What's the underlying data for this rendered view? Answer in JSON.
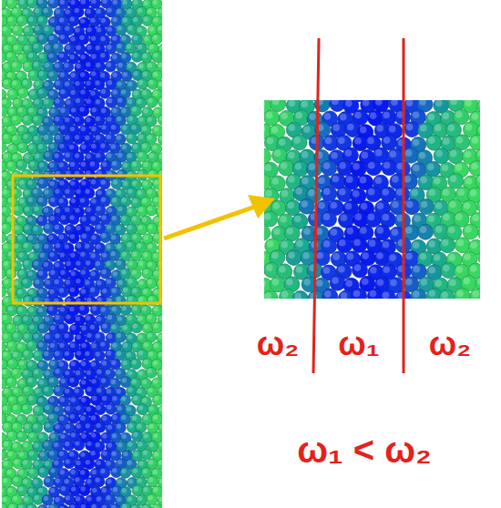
{
  "diagram": {
    "labels": [
      "ω₂",
      "ω₁",
      "ω₂",
      "ω₁ < ω₂"
    ]
  }
}
